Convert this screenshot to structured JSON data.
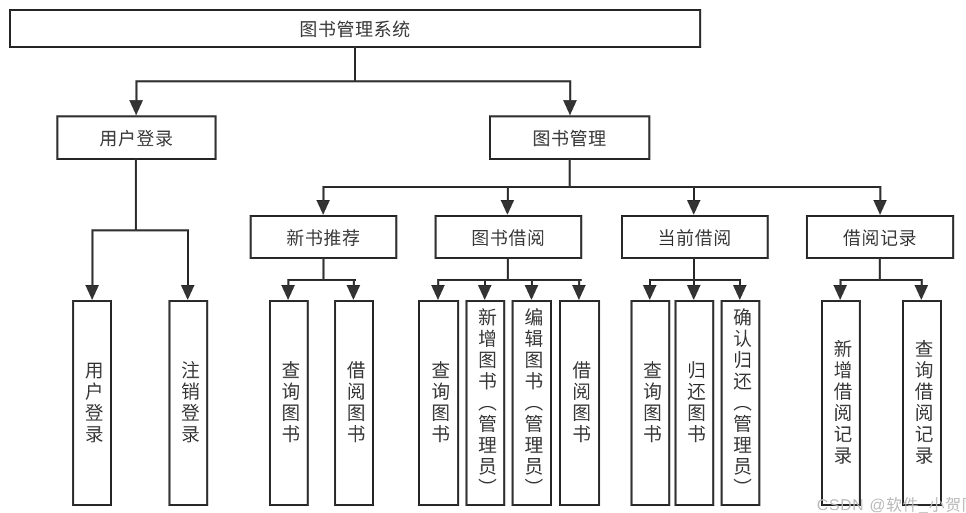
{
  "diagram": {
    "type": "org-chart",
    "title": "图书管理系统",
    "watermark": "CSDN @软件_小贺同学",
    "colors": {
      "line": "#333333",
      "box_border": "#333333",
      "box_background": "#ffffff",
      "text": "#3c3c3c",
      "watermark": "#b8b8b8",
      "page_background": "#ffffff"
    },
    "nodes": {
      "root": {
        "label": "图书管理系统",
        "children": [
          "user_login",
          "book_mgmt"
        ]
      },
      "user_login": {
        "label": "用户登录",
        "children": [
          "leaf_user_login",
          "leaf_logout"
        ]
      },
      "book_mgmt": {
        "label": "图书管理",
        "children": [
          "new_book_rec",
          "book_borrow",
          "current_borrow",
          "borrow_records"
        ]
      },
      "new_book_rec": {
        "label": "新书推荐",
        "children": [
          "leaf_query_book_1",
          "leaf_borrow_book_1"
        ]
      },
      "book_borrow": {
        "label": "图书借阅",
        "children": [
          "leaf_query_book_2",
          "leaf_add_book",
          "leaf_edit_book",
          "leaf_borrow_book_2"
        ]
      },
      "current_borrow": {
        "label": "当前借阅",
        "children": [
          "leaf_query_book_3",
          "leaf_return_book",
          "leaf_confirm_return"
        ]
      },
      "borrow_records": {
        "label": "借阅记录",
        "children": [
          "leaf_add_record",
          "leaf_query_record"
        ]
      },
      "leaf_user_login": {
        "label": "用户登录",
        "children": []
      },
      "leaf_logout": {
        "label": "注销登录",
        "children": []
      },
      "leaf_query_book_1": {
        "label": "查询图书",
        "children": []
      },
      "leaf_borrow_book_1": {
        "label": "借阅图书",
        "children": []
      },
      "leaf_query_book_2": {
        "label": "查询图书",
        "children": []
      },
      "leaf_add_book": {
        "label": "新增图书（管理员）",
        "children": []
      },
      "leaf_edit_book": {
        "label": "编辑图书（管理员）",
        "children": []
      },
      "leaf_borrow_book_2": {
        "label": "借阅图书",
        "children": []
      },
      "leaf_query_book_3": {
        "label": "查询图书",
        "children": []
      },
      "leaf_return_book": {
        "label": "归还图书",
        "children": []
      },
      "leaf_confirm_return": {
        "label": "确认归还（管理员）",
        "children": []
      },
      "leaf_add_record": {
        "label": "新增借阅记录",
        "children": []
      },
      "leaf_query_record": {
        "label": "查询借阅记录",
        "children": []
      }
    }
  }
}
